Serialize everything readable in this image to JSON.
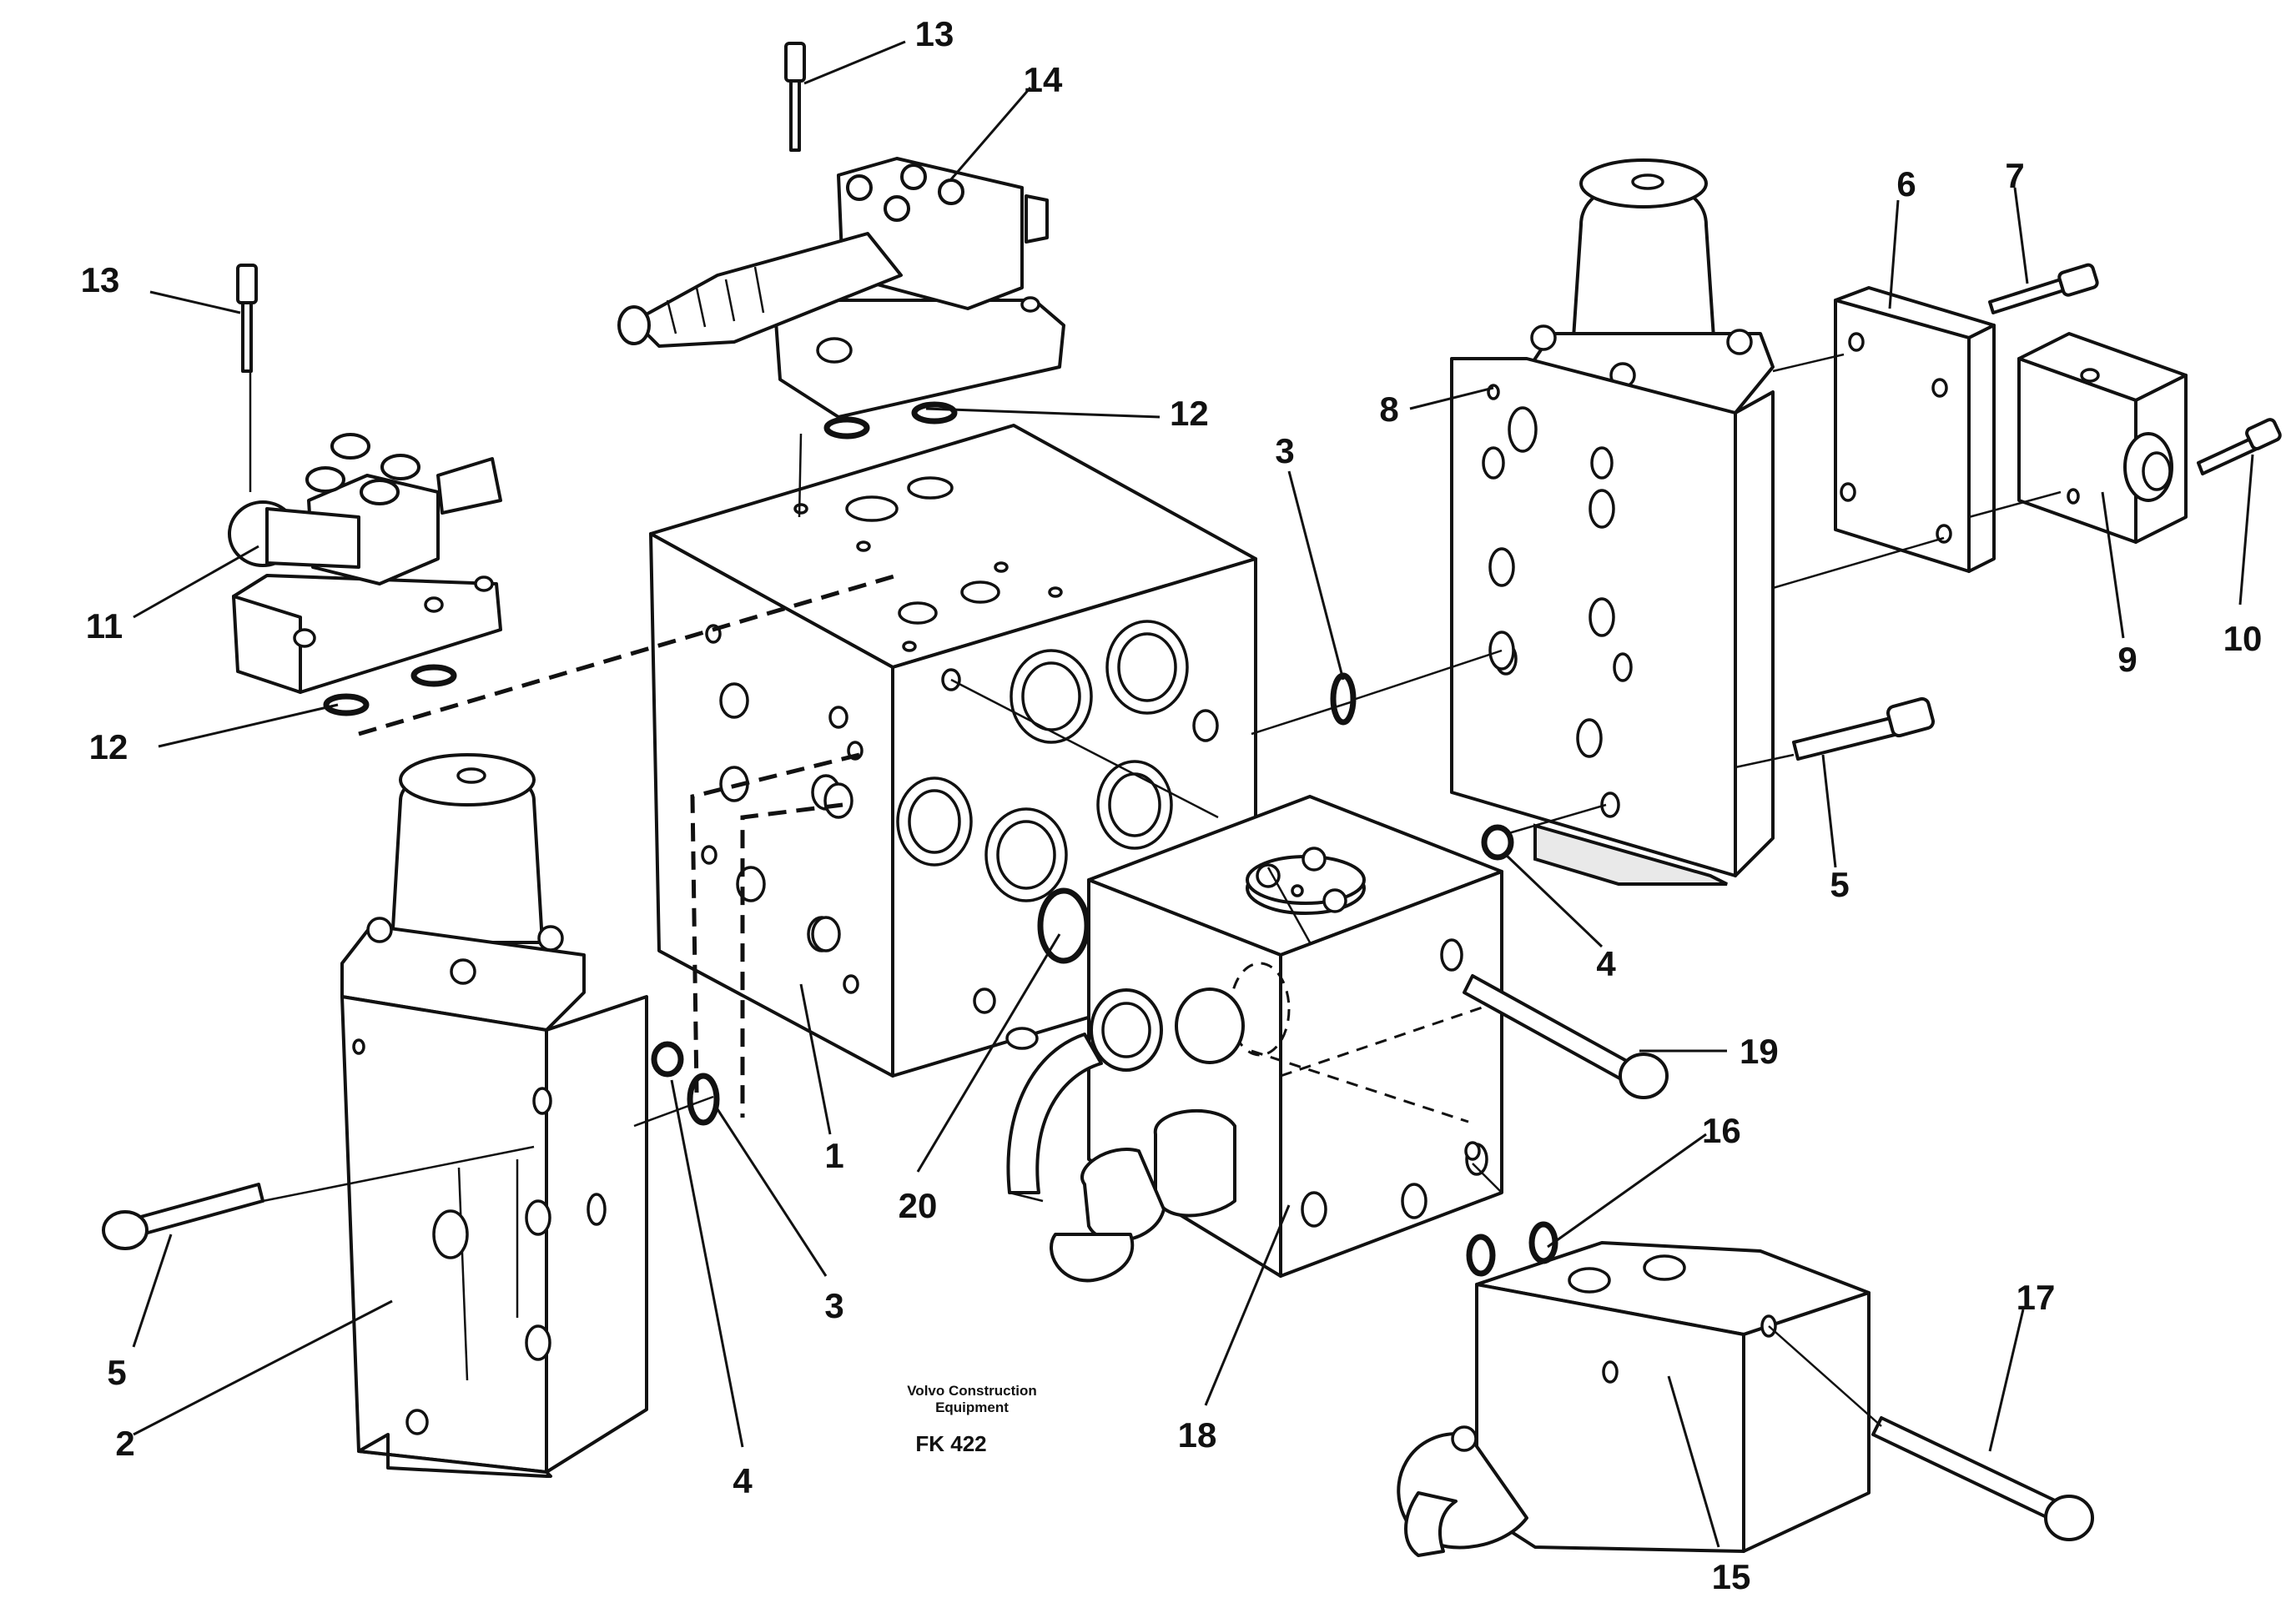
{
  "callouts": [
    {
      "id": "c1",
      "label": "1"
    },
    {
      "id": "c2",
      "label": "2"
    },
    {
      "id": "c3a",
      "label": "3"
    },
    {
      "id": "c3b",
      "label": "3"
    },
    {
      "id": "c4a",
      "label": "4"
    },
    {
      "id": "c4b",
      "label": "4"
    },
    {
      "id": "c5a",
      "label": "5"
    },
    {
      "id": "c5b",
      "label": "5"
    },
    {
      "id": "c6",
      "label": "6"
    },
    {
      "id": "c7",
      "label": "7"
    },
    {
      "id": "c8",
      "label": "8"
    },
    {
      "id": "c9",
      "label": "9"
    },
    {
      "id": "c10",
      "label": "10"
    },
    {
      "id": "c11",
      "label": "11"
    },
    {
      "id": "c12a",
      "label": "12"
    },
    {
      "id": "c12b",
      "label": "12"
    },
    {
      "id": "c13a",
      "label": "13"
    },
    {
      "id": "c13b",
      "label": "13"
    },
    {
      "id": "c14",
      "label": "14"
    },
    {
      "id": "c15",
      "label": "15"
    },
    {
      "id": "c16",
      "label": "16"
    },
    {
      "id": "c17",
      "label": "17"
    },
    {
      "id": "c18",
      "label": "18"
    },
    {
      "id": "c19",
      "label": "19"
    },
    {
      "id": "c20",
      "label": "20"
    }
  ],
  "caption": {
    "maker_line1": "Volvo Construction",
    "maker_line2": "Equipment",
    "code": "FK 422"
  }
}
